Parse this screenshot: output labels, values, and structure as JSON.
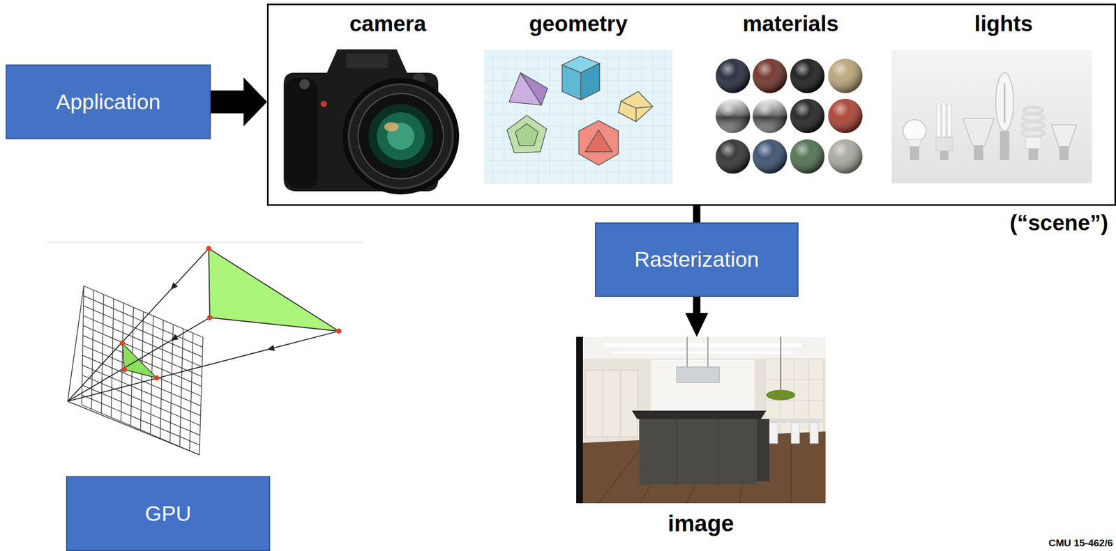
{
  "diagram": {
    "nodes": [
      {
        "text": [
          "Application"
        ]
      },
      {
        "text": [
          "(“scene”)"
        ]
      },
      {
        "text": [
          "camera"
        ],
        "in": 1
      },
      {
        "text": [
          "geometry"
        ],
        "in": 1
      },
      {
        "text": [
          "materials"
        ],
        "in": 1
      },
      {
        "text": [
          "lights"
        ],
        "in": 1
      },
      {
        "text": [
          "Rasterization"
        ]
      },
      {
        "text": [
          "image"
        ]
      },
      {
        "text": [
          "GPU"
        ]
      }
    ],
    "edges": [
      {
        "from": 0,
        "to": 1,
        "arrow": "to"
      },
      {
        "from": 1,
        "to": 6,
        "arrow": "none"
      },
      {
        "from": 6,
        "to": 7,
        "arrow": "to"
      }
    ],
    "labels": [
      "CMU 15-462/6"
    ]
  }
}
